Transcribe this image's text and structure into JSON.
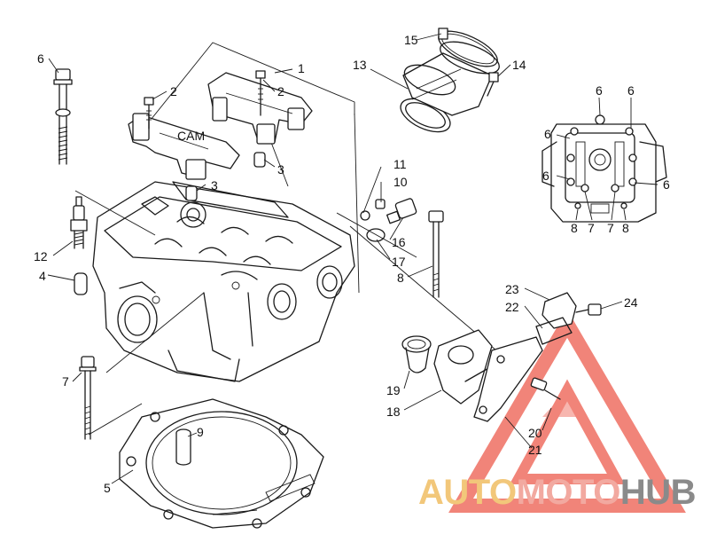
{
  "labels": {
    "l1": "1",
    "l2a": "2",
    "l2b": "2",
    "l3a": "3",
    "l3b": "3",
    "l4": "4",
    "l5": "5",
    "l6a": "6",
    "l6b": "6",
    "l6c": "6",
    "l6d": "6",
    "l6e": "6",
    "l6f": "6",
    "l7a": "7",
    "l7b": "7",
    "l7c": "7",
    "l8a": "8",
    "l8b": "8",
    "l8c": "8",
    "l9": "9",
    "l10": "10",
    "l11": "11",
    "l12": "12",
    "l13": "13",
    "l14": "14",
    "l15": "15",
    "l16": "16",
    "l17": "17",
    "l18": "18",
    "l19": "19",
    "l20": "20",
    "l21": "21",
    "l22": "22",
    "l23": "23",
    "l24": "24"
  },
  "watermark": {
    "part1": "AUTO",
    "part2": "MOTO",
    "part3": "HUB",
    "color_auto": "#f2c77a",
    "color_moto": "#f2a9a0",
    "color_hub": "#8a8a8a",
    "triangle_color": "#ef6f62"
  }
}
